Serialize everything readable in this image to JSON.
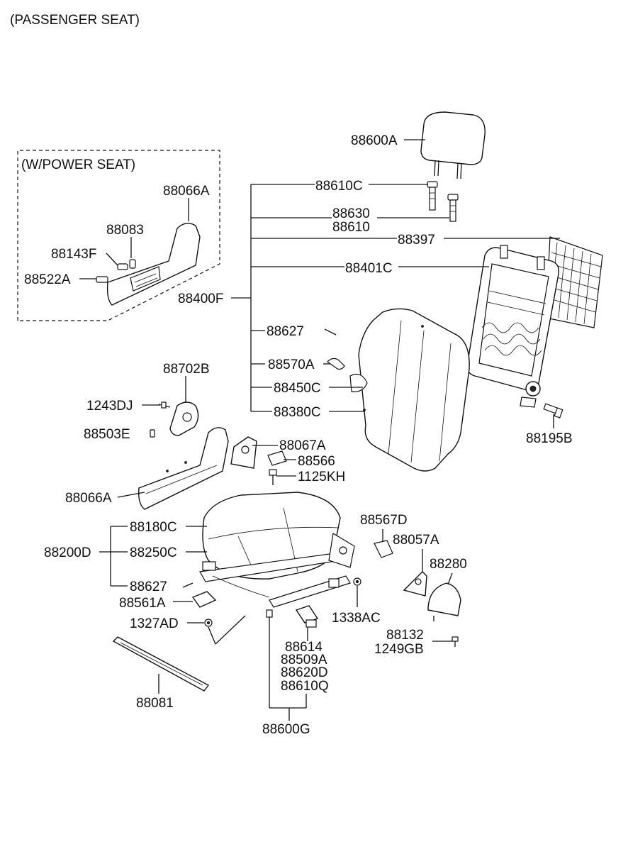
{
  "heading": "(PASSENGER SEAT)",
  "power_seat_box_title": "(W/POWER SEAT)",
  "labels": {
    "p88600A": "88600A",
    "p88610C": "88610C",
    "p88630": "88630",
    "p88610": "88610",
    "p88397": "88397",
    "p88401C": "88401C",
    "p88400F": "88400F",
    "p88627_top": "88627",
    "p88570A": "88570A",
    "p88450C": "88450C",
    "p88380C": "88380C",
    "p88195B": "88195B",
    "p88066A_box": "88066A",
    "p88083": "88083",
    "p88143F": "88143F",
    "p88522A": "88522A",
    "p88702B": "88702B",
    "p1243DJ": "1243DJ",
    "p88503E": "88503E",
    "p88067A": "88067A",
    "p88566": "88566",
    "p1125KH": "1125KH",
    "p88066A": "88066A",
    "p88180C": "88180C",
    "p88200D": "88200D",
    "p88250C": "88250C",
    "p88627_bottom": "88627",
    "p88561A": "88561A",
    "p1327AD": "1327AD",
    "p88567D": "88567D",
    "p88057A": "88057A",
    "p88280": "88280",
    "p1338AC": "1338AC",
    "p88132": "88132",
    "p1249GB": "1249GB",
    "p88614": "88614",
    "p88509A": "88509A",
    "p88620D": "88620D",
    "p88610Q": "88610Q",
    "p88081": "88081",
    "p88600G": "88600G"
  }
}
